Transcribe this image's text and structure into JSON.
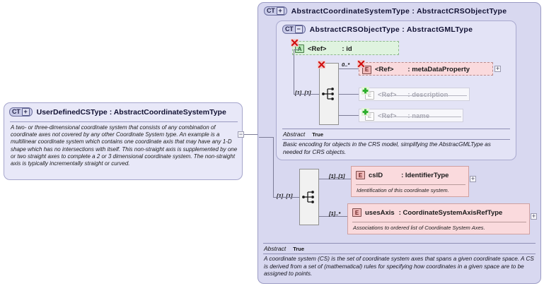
{
  "diagram": {
    "kind": "xsd-schema-diagram",
    "colors": {
      "outer_panel_fill": "#d8d8f0",
      "inner_panel_fill": "#e3e3f6",
      "doc_box_fill": "#e8e8f8",
      "element_pink": "#fadadd",
      "attribute_green": "#dff3df",
      "connector_line": "#7c7c96",
      "badge_red": "#f0b9b9",
      "badge_green": "#b9e6b9"
    }
  },
  "left_box": {
    "badge": {
      "icon": "complex-type-icon",
      "text": "CT",
      "state": "+"
    },
    "title": "UserDefinedCSType : AbstractCoordinateSystemType",
    "documentation": "A two- or three-dimensional coordinate system that consists of any combination of coordinate axes not covered by any other Coordinate System type. An example is a multilinear coordinate system which contains one coordinate axis that may have any 1-D shape which has no intersections with itself. This non-straight axis is supplemented by one or two straight axes to complete a 2 or 3 dimensional coordinate system. The non-straight axis is typically incrementally straight or curved.",
    "collapse_button": "−"
  },
  "outer_type": {
    "badge": {
      "icon": "complex-type-icon",
      "text": "CT",
      "state": "+"
    },
    "title": "AbstractCoordinateSystemType : AbstractCRSObjectType",
    "abstract_label": "Abstract",
    "abstract_value": "True",
    "documentation": "A coordinate system (CS) is the set of coordinate system axes that spans a given coordinate space. A CS is derived from a set of (mathematical) rules for specifying how coordinates in a given space are to be assigned to points."
  },
  "inner_type": {
    "badge": {
      "icon": "complex-type-icon",
      "text": "CT",
      "state": "−"
    },
    "title": "AbstractCRSObjectType : AbstractGMLType",
    "abstract_label": "Abstract",
    "abstract_value": "True",
    "documentation": "Basic encoding for objects in the CRS model, simplifying the AbstracGMLType as needed for CRS objects.",
    "attribute": {
      "badge": "A",
      "icon": "attribute-icon",
      "ref": "<Ref>",
      "name": ": id",
      "prohibited_marker": "x"
    },
    "sequence": {
      "icon": "sequence-compositor-icon",
      "cardinality": "[1]..[1]",
      "prohibited_marker": "x",
      "children": [
        {
          "badge": "E",
          "icon": "element-icon",
          "ref": "<Ref>",
          "name": ": metaDataProperty",
          "cardinality": "0..*",
          "state": "active",
          "marker": "x",
          "expander": "+"
        },
        {
          "badge": "E",
          "icon": "element-icon",
          "ref": "<Ref>",
          "name": ": description",
          "cardinality": "",
          "state": "disabled",
          "marker": "+",
          "expander": ""
        },
        {
          "badge": "E",
          "icon": "element-icon",
          "ref": "<Ref>",
          "name": ": name",
          "cardinality": "",
          "state": "disabled",
          "marker": "+",
          "expander": ""
        }
      ]
    }
  },
  "outer_sequence": {
    "icon": "sequence-compositor-icon",
    "cardinality": "[1]..[1]",
    "children": [
      {
        "badge": "E",
        "icon": "element-icon",
        "name": "csID",
        "type": ": IdentifierType",
        "cardinality": "[1]..[1]",
        "documentation": "Identification of this coordinate system.",
        "expander": "+"
      },
      {
        "badge": "E",
        "icon": "element-icon",
        "name": "usesAxis",
        "type": ": CoordinateSystemAxisRefType",
        "cardinality": "[1]..*",
        "documentation": "Associations to ordered list of Coordinate System Axes.",
        "expander": "+"
      }
    ]
  }
}
